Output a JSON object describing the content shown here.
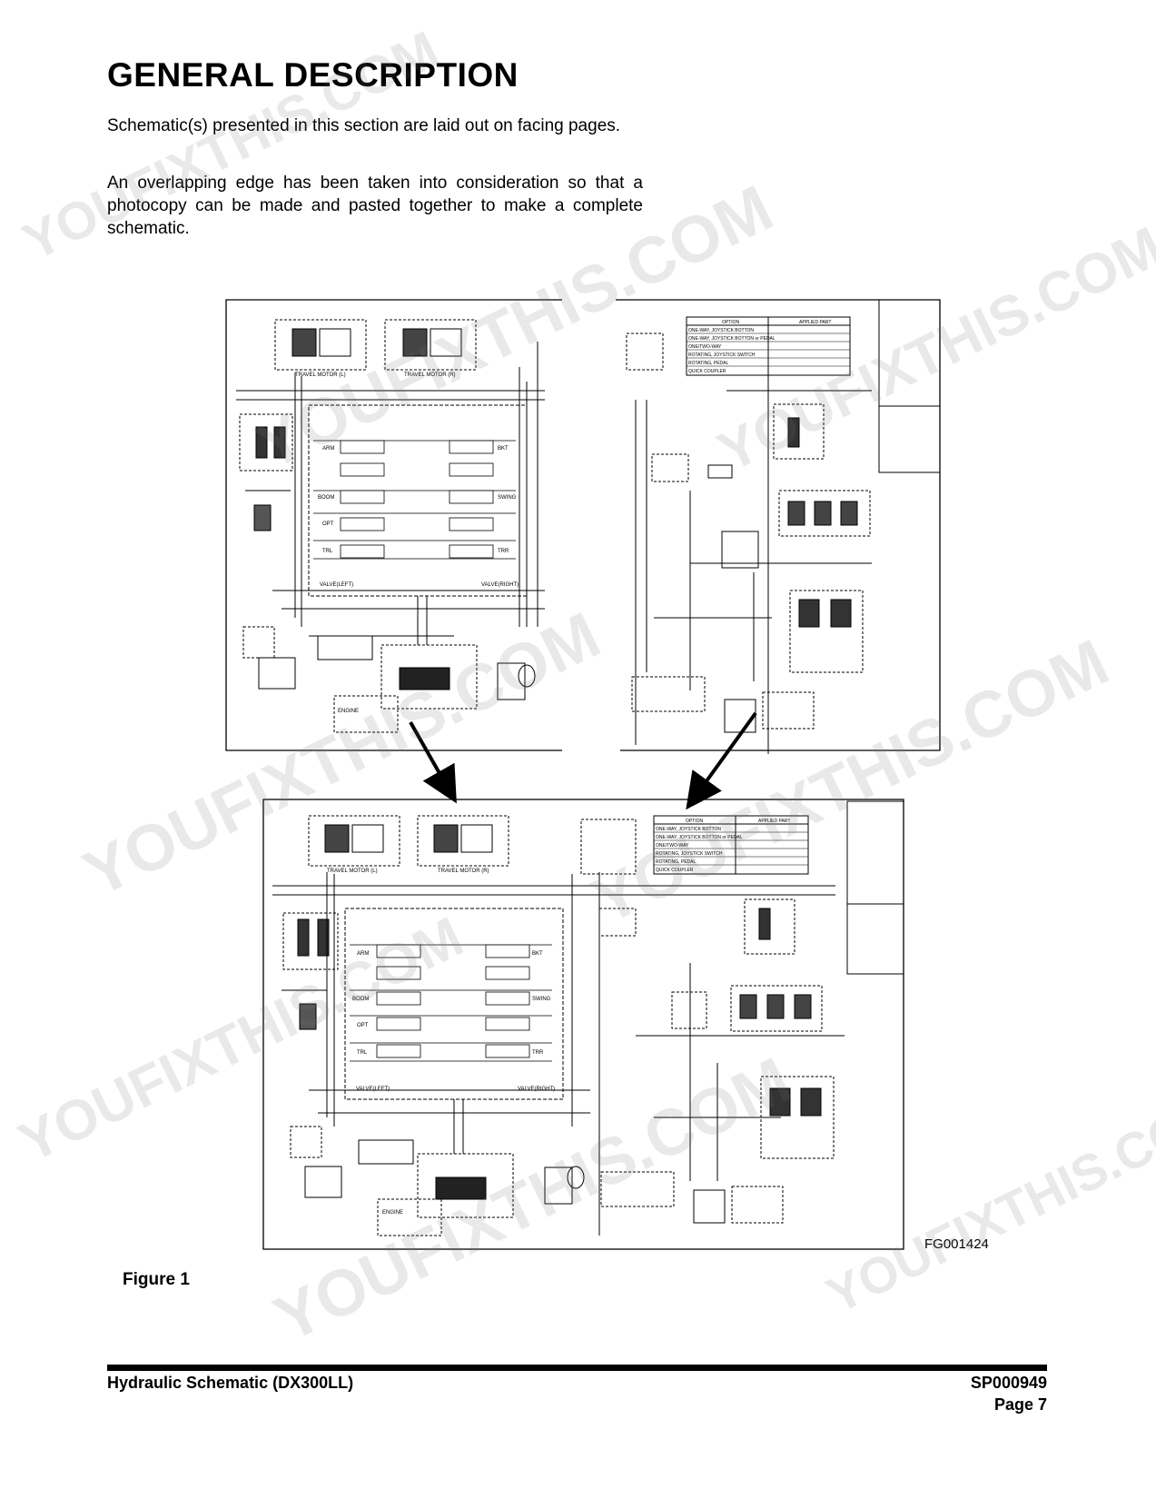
{
  "title": "GENERAL  DESCRIPTION",
  "paragraphs": [
    "Schematic(s) presented in this section are laid out on facing pages.",
    "An overlapping edge has been taken into consideration so that a photocopy can be made and pasted together to make a complete schematic."
  ],
  "figure": {
    "code": "FG001424",
    "label": "Figure  1",
    "schematic_labels": {
      "travel_motor_l": "TRAVEL MOTOR (L)",
      "travel_motor_r": "TRAVEL MOTOR (R)",
      "arm": "ARM",
      "boom": "BOOM",
      "opt": "OPT",
      "trl": "TRL",
      "trr": "TRR",
      "swing": "SWING",
      "bkt": "BKT",
      "valve_left": "VALVE(LEFT)",
      "valve_right": "VALVE(RIGHT)",
      "engine": "ENGINE",
      "option": "OPTION",
      "applied_part": "APPLIED PART",
      "option_rows": [
        "ONE-WAY, JOYSTICK BOTTON",
        "ONE-WAY, JOYSTICK BOTTON or PEDAL",
        "ONE/TWO-WAY",
        "ROTATING, JOYSTICK SWITCH",
        "ROTATING, PEDAL",
        "QUICK COUPLER"
      ]
    }
  },
  "footer": {
    "left": "Hydraulic  Schematic  (DX300LL)",
    "code": "SP000949",
    "page": "Page  7"
  },
  "watermark": "YOUFIXTHIS.COM"
}
